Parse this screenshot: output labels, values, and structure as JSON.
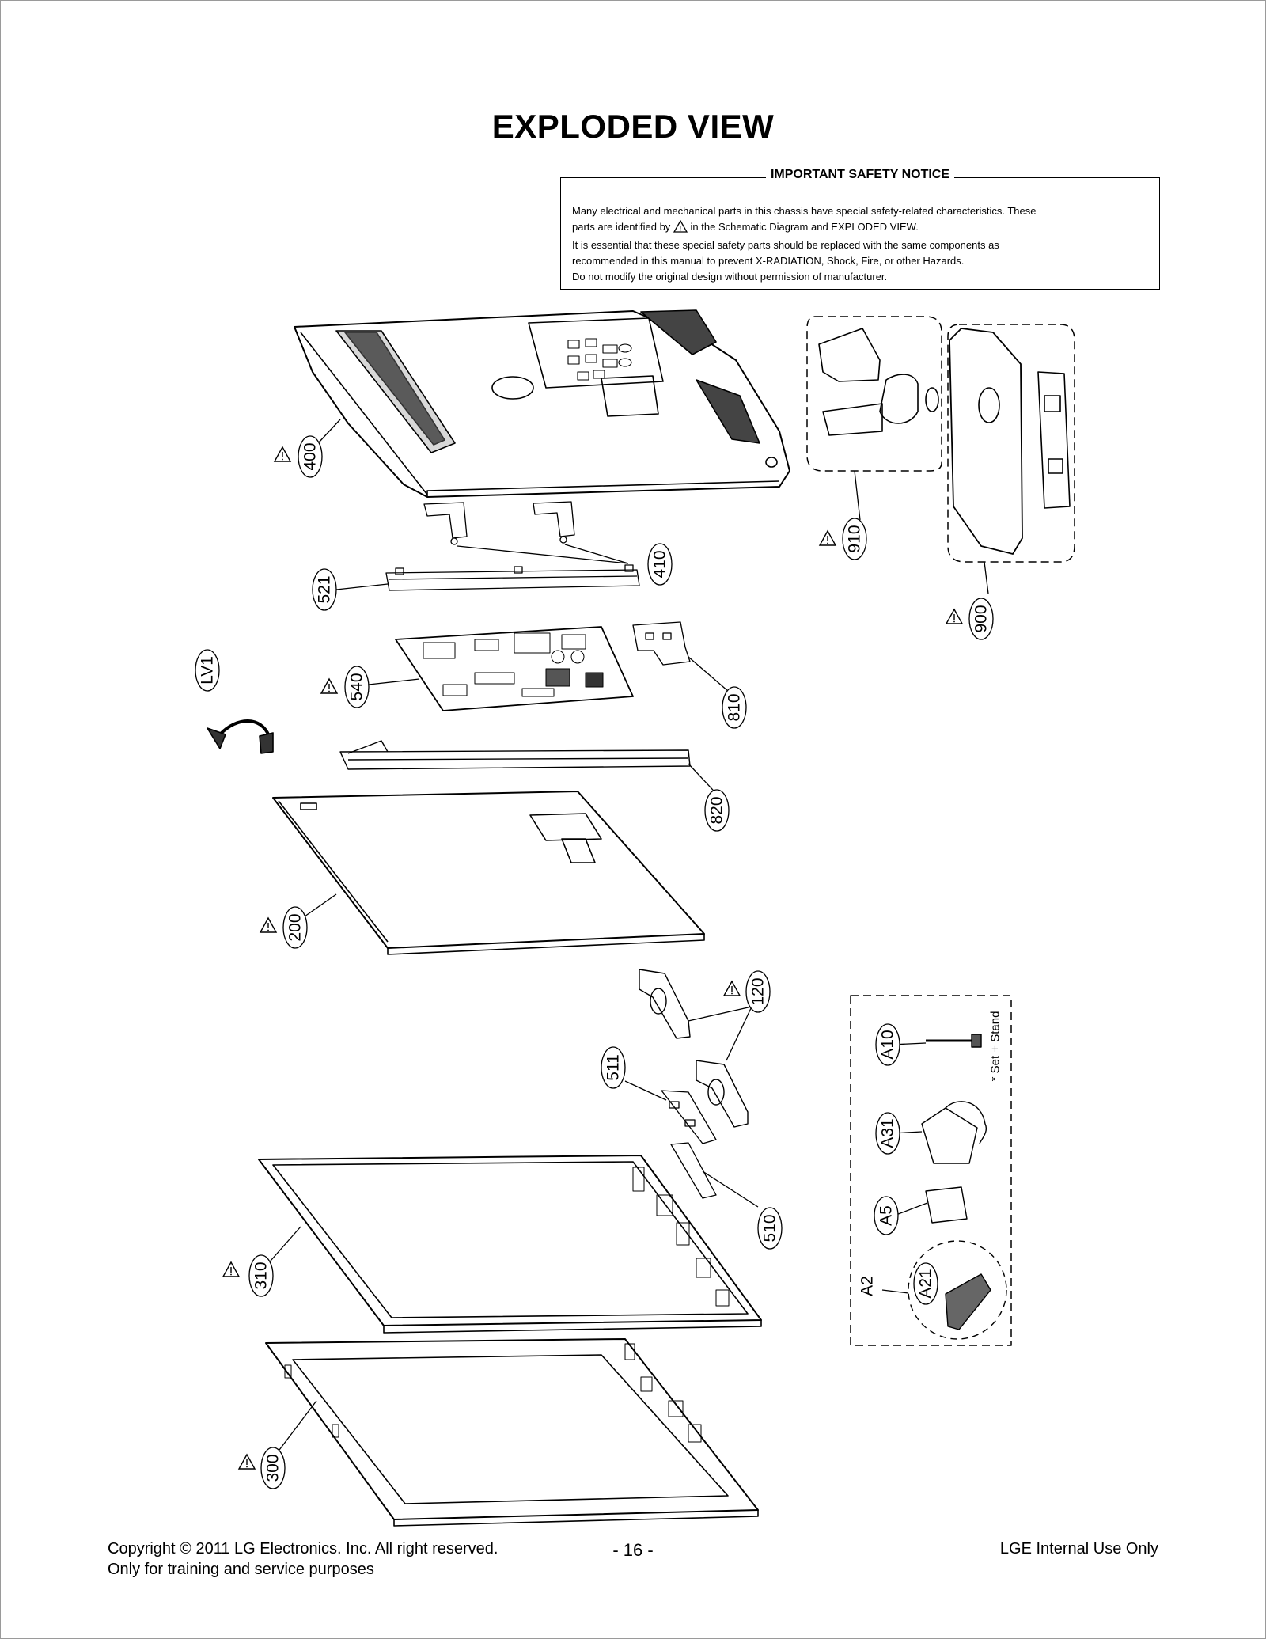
{
  "title": "EXPLODED VIEW",
  "safety_notice": {
    "title": "IMPORTANT SAFETY NOTICE",
    "line1": "Many electrical and mechanical parts in this chassis have special safety-related characteristics. These",
    "line2_before": "parts are identified by",
    "line2_after": "in the Schematic Diagram and EXPLODED VIEW.",
    "line3": "It is essential that these special safety parts should be replaced with the same components as",
    "line4": "recommended in this manual to prevent X-RADIATION, Shock, Fire, or other Hazards.",
    "line5": "Do not modify the original design without permission of manufacturer."
  },
  "callouts": {
    "p400": "400",
    "p410": "410",
    "p521": "521",
    "p540": "540",
    "pLV1": "LV1",
    "p810": "810",
    "p820": "820",
    "p200": "200",
    "p910": "910",
    "p900": "900",
    "p120": "120",
    "p511": "511",
    "p510": "510",
    "p310": "310",
    "p300": "300",
    "pA10": "A10",
    "pA31": "A31",
    "pA5": "A5",
    "pA2": "A2",
    "pA21": "A21"
  },
  "accessory_note": "* Set + Stand",
  "footer": {
    "copyright": "Copyright  © 2011 LG Electronics. Inc. All right reserved.",
    "purpose": "Only for training and service purposes",
    "page_number": "- 16 -",
    "internal": "LGE Internal Use Only"
  }
}
